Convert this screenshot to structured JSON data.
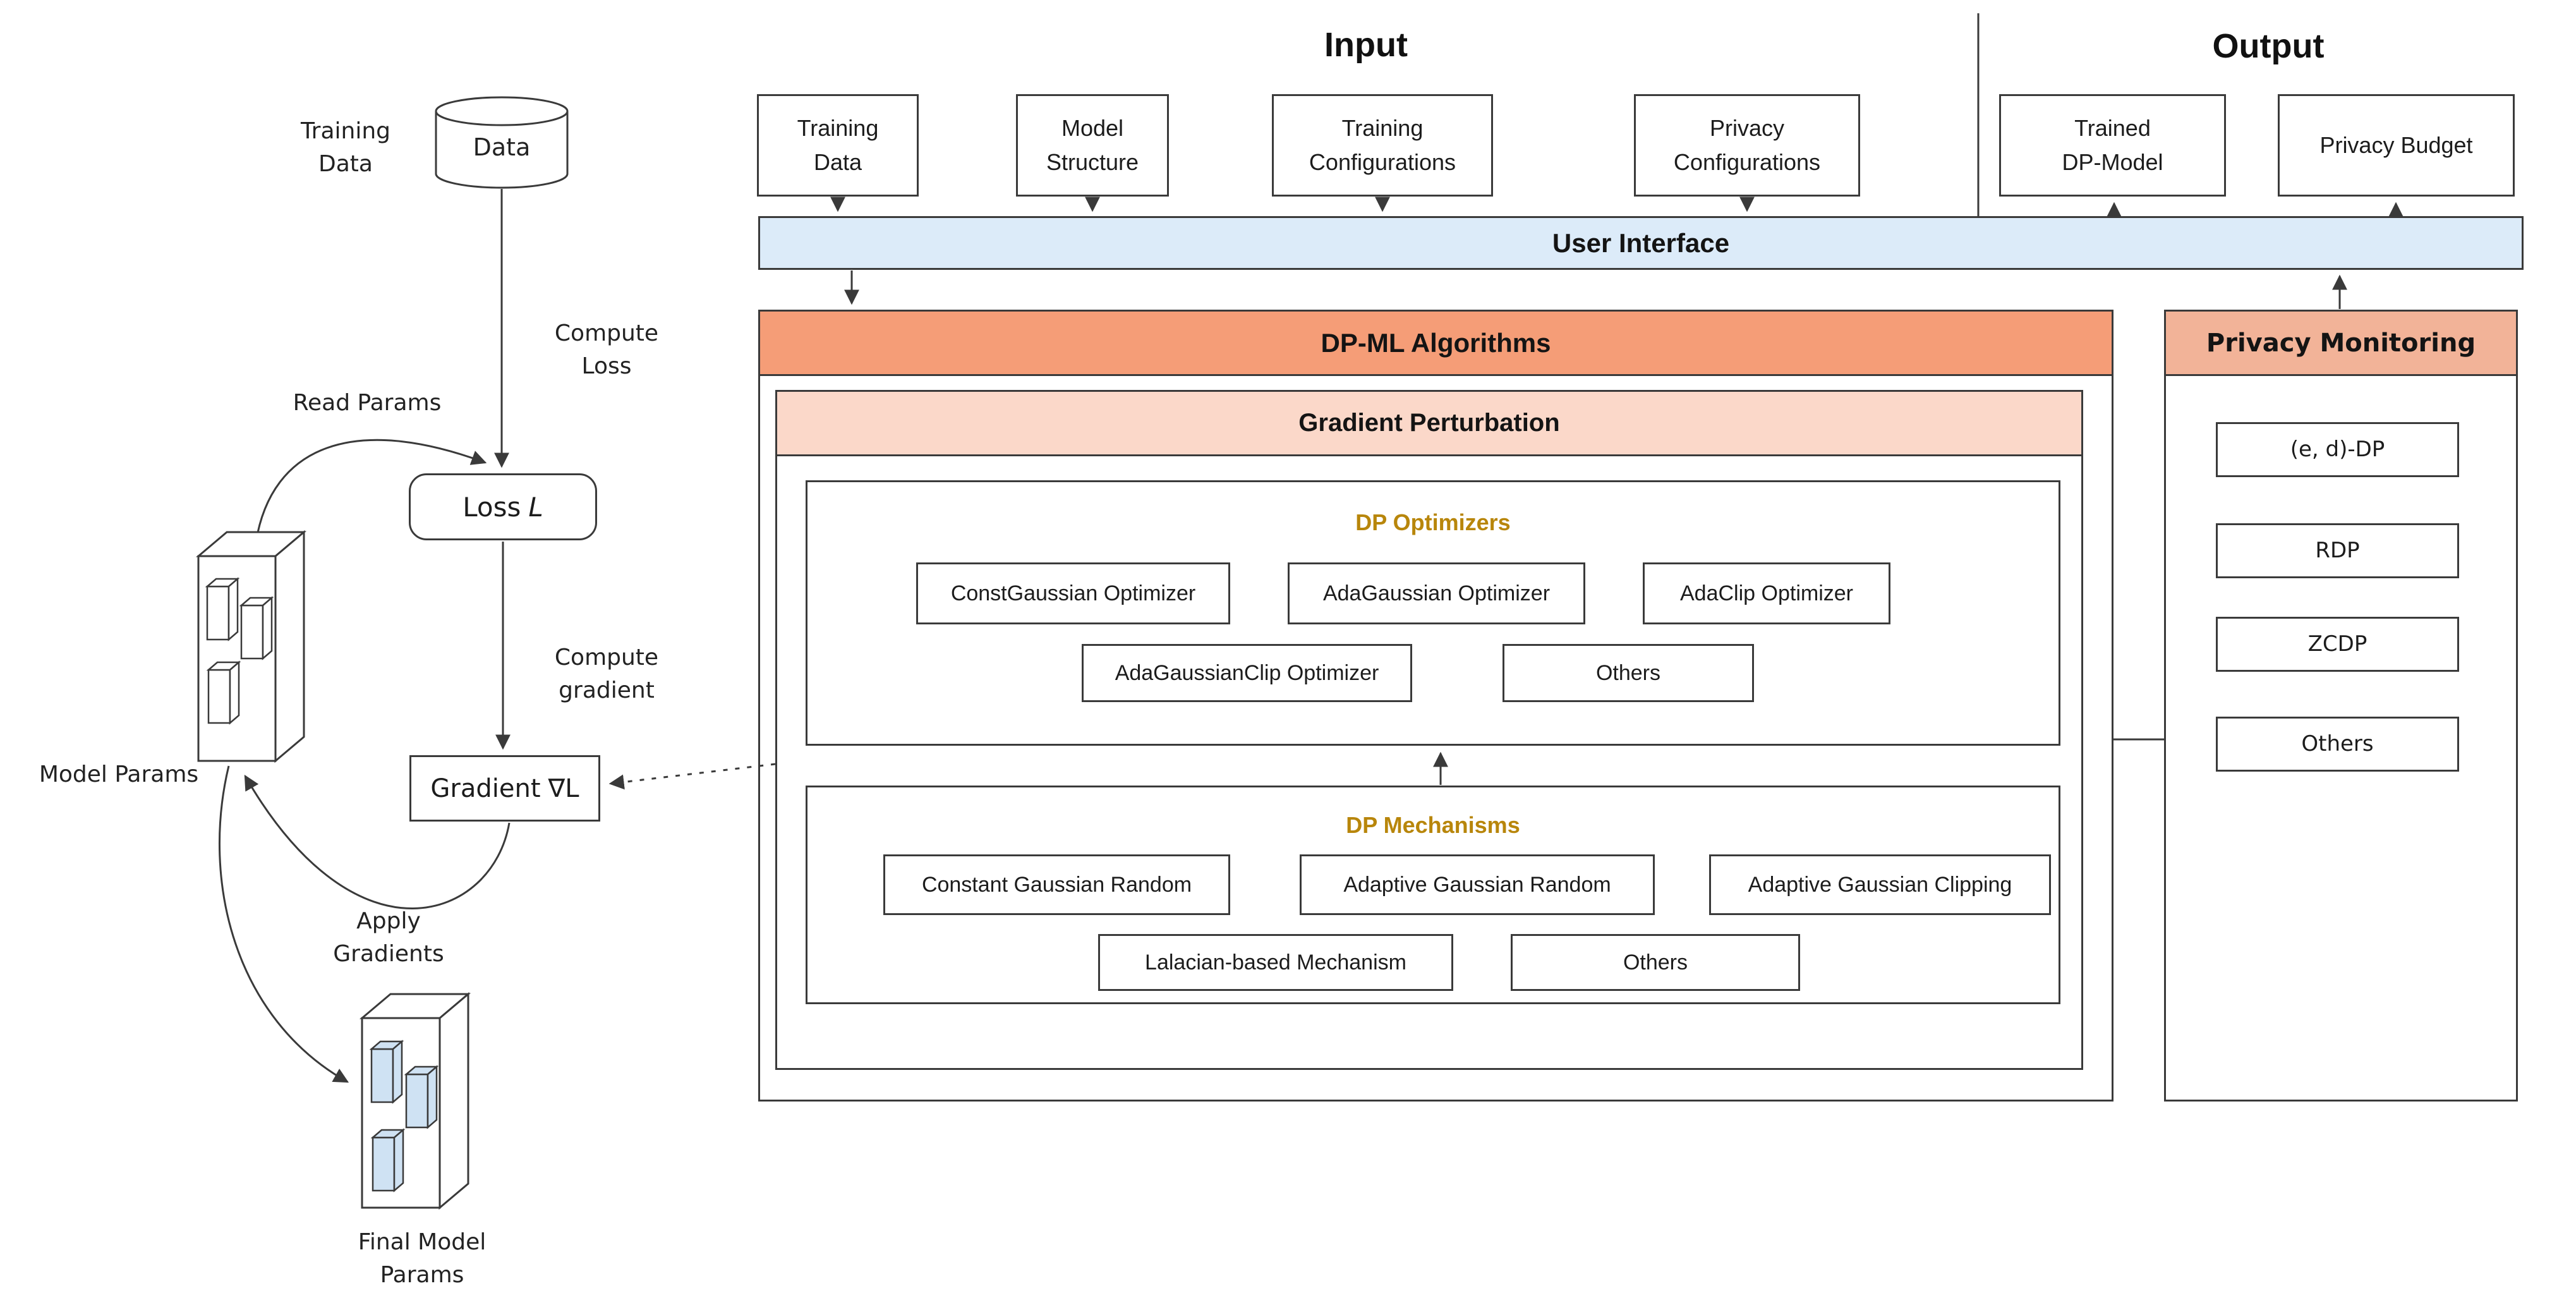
{
  "titles": {
    "input": "Input",
    "output": "Output"
  },
  "input_boxes": [
    {
      "label": "Training\nData"
    },
    {
      "label": "Model\nStructure"
    },
    {
      "label": "Training\nConfigurations"
    },
    {
      "label": "Privacy\nConfigurations"
    }
  ],
  "output_boxes": [
    {
      "label": "Trained\nDP-Model"
    },
    {
      "label": "Privacy Budget"
    }
  ],
  "ui_bar": {
    "label": "User Interface"
  },
  "dpml": {
    "title": "DP-ML Algorithms",
    "gradient_perturbation": {
      "title": "Gradient Perturbation",
      "optimizers": {
        "title": "DP Optimizers",
        "row1": [
          {
            "label": "ConstGaussian Optimizer"
          },
          {
            "label": "AdaGaussian Optimizer"
          },
          {
            "label": "AdaClip Optimizer"
          }
        ],
        "row2": [
          {
            "label": "AdaGaussianClip Optimizer"
          },
          {
            "label": "Others"
          }
        ]
      },
      "mechanisms": {
        "title": "DP Mechanisms",
        "row1": [
          {
            "label": "Constant Gaussian Random"
          },
          {
            "label": "Adaptive Gaussian Random"
          },
          {
            "label": "Adaptive Gaussian Clipping"
          }
        ],
        "row2": [
          {
            "label": "Lalacian-based Mechanism"
          },
          {
            "label": "Others"
          }
        ]
      }
    }
  },
  "privacy_monitoring": {
    "title": "Privacy Monitoring",
    "items": [
      {
        "label": "(e, d)-DP"
      },
      {
        "label": "RDP"
      },
      {
        "label": "ZCDP"
      },
      {
        "label": "Others"
      }
    ]
  },
  "left_flow": {
    "training_data": "Training\nData",
    "data_cylinder": "Data",
    "compute_loss": "Compute\nLoss",
    "read_params": "Read Params",
    "loss_text": "Loss",
    "loss_symbol": "L",
    "compute_gradient": "Compute\ngradient",
    "model_params": "Model Params",
    "gradient_text": "Gradient",
    "gradient_symbol": "∇L",
    "apply_gradients": "Apply\nGradients",
    "final_model_params": "Final Model\nParams"
  },
  "icons": {
    "data_cylinder": "database-cylinder-icon",
    "model_params": "model-params-3d-blocks-icon",
    "final_model_params": "final-model-params-3d-blocks-icon"
  },
  "colors": {
    "ui_bar_fill": "#dcebf9",
    "dpml_header_fill": "#f59d77",
    "gradient_perturbation_fill": "#fbd8c9",
    "privacy_monitoring_fill": "#f2b398",
    "accent_text": "#b8860b",
    "line": "#3a3a3a",
    "param_block_fill": "#cfe2f3"
  }
}
